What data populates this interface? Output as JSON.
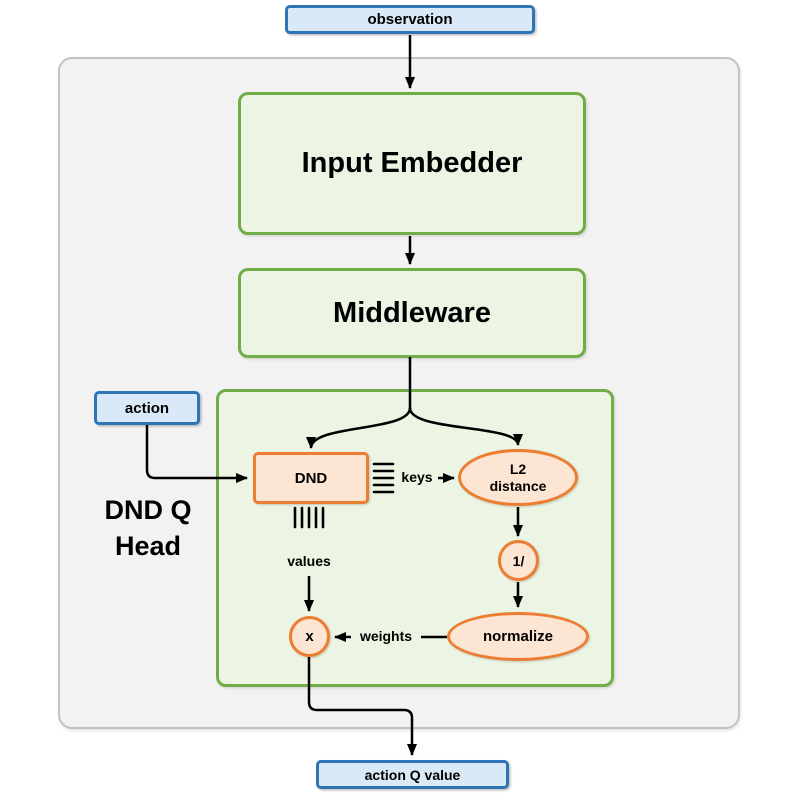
{
  "diagram": {
    "nodes": {
      "observation": "observation",
      "input_embedder": "Input Embedder",
      "middleware": "Middleware",
      "action": "action",
      "dnd": "DND",
      "l2_distance_line1": "L2",
      "l2_distance_line2": "distance",
      "reciprocal": "1/",
      "normalize": "normalize",
      "multiply": "x",
      "action_q_value": "action Q value"
    },
    "group": {
      "label_line1": "DND Q",
      "label_line2": "Head"
    },
    "edge_labels": {
      "keys": "keys",
      "values": "values",
      "weights": "weights"
    }
  },
  "colors": {
    "blue-border": "#2e75b6",
    "blue-fill": "#d9e9f7",
    "green-border": "#70ad47",
    "green-fill": "#ecf4e3",
    "orange-border": "#ed7d31",
    "orange-fill": "#fce5d3",
    "gray-border": "#c2c2c2",
    "gray-fill": "#f2f2f2",
    "arrow": "#000000",
    "text": "#000000"
  }
}
